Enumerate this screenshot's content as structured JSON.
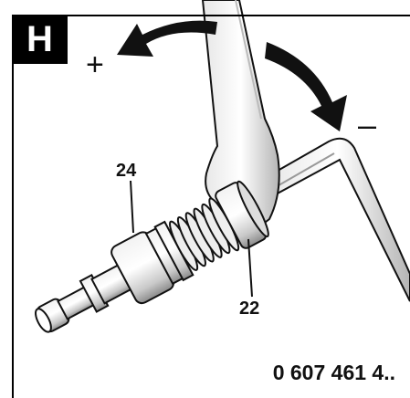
{
  "figure": {
    "panel_letter": "H",
    "direction_plus": "+",
    "direction_minus": "–",
    "callouts": [
      "24",
      "22"
    ],
    "part_number": "0 607 461 4..",
    "icons": [
      "curved-arrow-icon",
      "wrench-icon",
      "hex-key-icon",
      "nozzle-icon"
    ]
  }
}
